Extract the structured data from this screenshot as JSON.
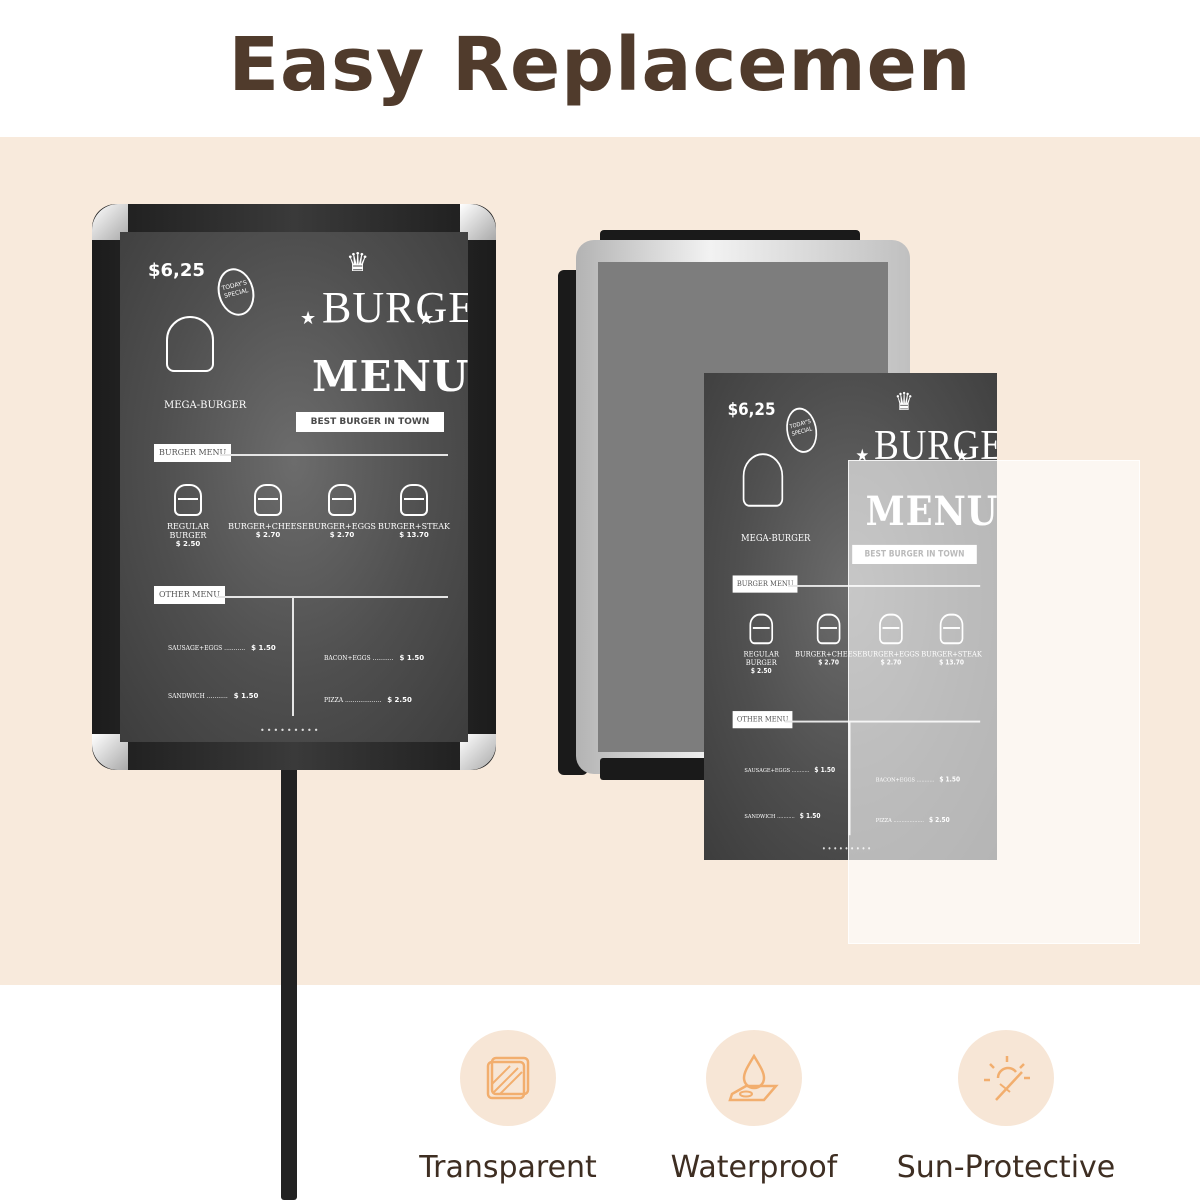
{
  "headline": "Easy Replacemen",
  "poster": {
    "price": "$6,25",
    "bubble": "TODAY'S SPECIAL",
    "mega_burger": "MEGA-BURGER",
    "title_burger": "BURGER",
    "title_menu": "MENU",
    "ribbon": "BEST BURGER IN TOWN",
    "section_burger": "BURGER MENU",
    "section_other": "OTHER MENU",
    "items": [
      {
        "name": "REGULAR BURGER",
        "price": "$ 2.50"
      },
      {
        "name": "BURGER+CHEESE",
        "price": "$ 2.70"
      },
      {
        "name": "BURGER+EGGS",
        "price": "$ 2.70"
      },
      {
        "name": "BURGER+STEAK",
        "price": "$ 13.70"
      }
    ],
    "other": [
      {
        "name": "SAUSAGE+EGGS",
        "price": "$ 1.50"
      },
      {
        "name": "BACON+EGGS",
        "price": "$ 1.50"
      },
      {
        "name": "SANDWICH",
        "price": "$ 1.50"
      },
      {
        "name": "PIZZA",
        "price": "$ 2.50"
      }
    ]
  },
  "features": [
    {
      "label": "Transparent",
      "icon": "transparent-sheet-icon"
    },
    {
      "label": "Waterproof",
      "icon": "water-drop-icon"
    },
    {
      "label": "Sun-Protective",
      "icon": "sun-icon"
    }
  ],
  "colors": {
    "headline": "#503b2c",
    "band": "#f8eadc",
    "icon_circle": "#f7e6d6",
    "icon_stroke": "#f2ae6e",
    "label": "#3e2e22"
  }
}
